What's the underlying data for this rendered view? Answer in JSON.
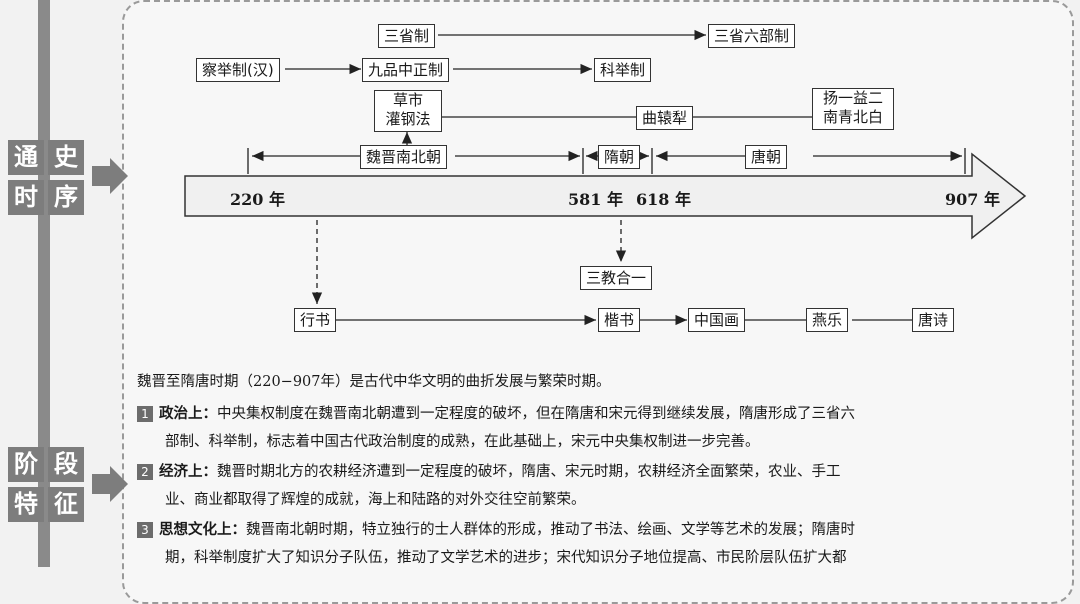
{
  "tags": {
    "general_sequence": [
      "通",
      "史",
      "时",
      "序"
    ],
    "stage_features": [
      "阶",
      "段",
      "特",
      "征"
    ]
  },
  "top_row": {
    "three_provinces": "三省制",
    "three_provinces_six_ministries": "三省六部制",
    "recommendation_han": "察举制(汉)",
    "nine_rank": "九品中正制",
    "imperial_exam": "科举制",
    "tea_steel": "草市\n灌钢法",
    "curved_plow": "曲辕犁",
    "cities": "扬一益二\n南青北白"
  },
  "periods": {
    "weijin": "魏晋南北朝",
    "sui": "隋朝",
    "tang": "唐朝"
  },
  "years": {
    "y220": "220 年",
    "y581": "581 年",
    "y618": "618 年",
    "y907": "907 年"
  },
  "bottom_row": {
    "three_religions": "三教合一",
    "running_script": "行书",
    "regular_script": "楷书",
    "chinese_painting": "中国画",
    "yan_music": "燕乐",
    "tang_poetry": "唐诗"
  },
  "summary": {
    "intro": "魏晋至隋唐时期（220−907年）是古代中华文明的曲折发展与繁荣时期。",
    "p1_num": "1",
    "p1_kw": "政治上：",
    "p1_line1": "中央集权制度在魏晋南北朝遭到一定程度的破坏，但在隋唐和宋元得到继续发展，隋唐形成了三省六",
    "p1_line2": "部制、科举制，标志着中国古代政治制度的成熟，在此基础上，宋元中央集权制进一步完善。",
    "p2_num": "2",
    "p2_kw": "经济上：",
    "p2_line1": "魏晋时期北方的农耕经济遭到一定程度的破坏，隋唐、宋元时期，农耕经济全面繁荣，农业、手工",
    "p2_line2": "业、商业都取得了辉煌的成就，海上和陆路的对外交往空前繁荣。",
    "p3_num": "3",
    "p3_kw": "思想文化上：",
    "p3_line1": "魏晋南北朝时期，特立独行的士人群体的形成，推动了书法、绘画、文学等艺术的发展；隋唐时",
    "p3_line2": "期，科举制度扩大了知识分子队伍，推动了文学艺术的进步；宋代知识分子地位提高、市民阶层队伍扩大都"
  },
  "colors": {
    "tag_bg": "#7d7d7d",
    "spine": "#8a8a8a",
    "arrow": "#f0f0f0"
  }
}
